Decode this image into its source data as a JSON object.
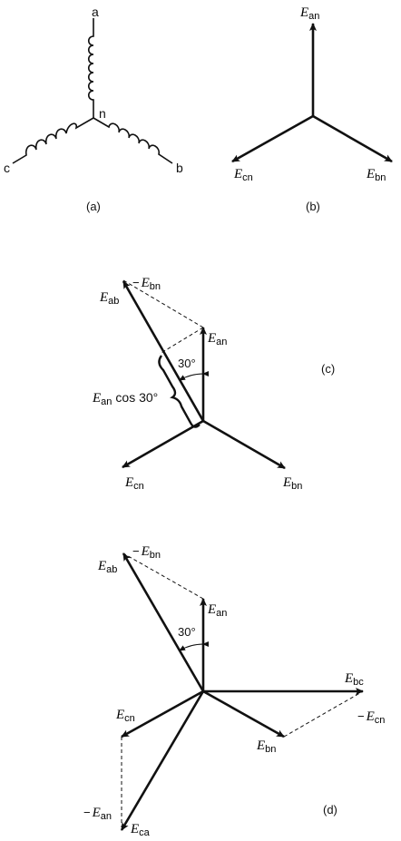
{
  "panel_a": {
    "caption": "(a)",
    "terminals": {
      "a": "a",
      "b": "b",
      "c": "c",
      "n": "n"
    }
  },
  "panel_b": {
    "caption": "(b)"
  },
  "panel_c": {
    "caption": "(c)",
    "angle": "30°",
    "cos_expr": "cos 30°"
  },
  "panel_d": {
    "caption": "(d)",
    "angle": "30°"
  },
  "symbols": {
    "E": "E",
    "minus": "−",
    "an": "an",
    "bn": "bn",
    "cn": "cn",
    "ab": "ab",
    "bc": "bc",
    "ca": "ca"
  }
}
